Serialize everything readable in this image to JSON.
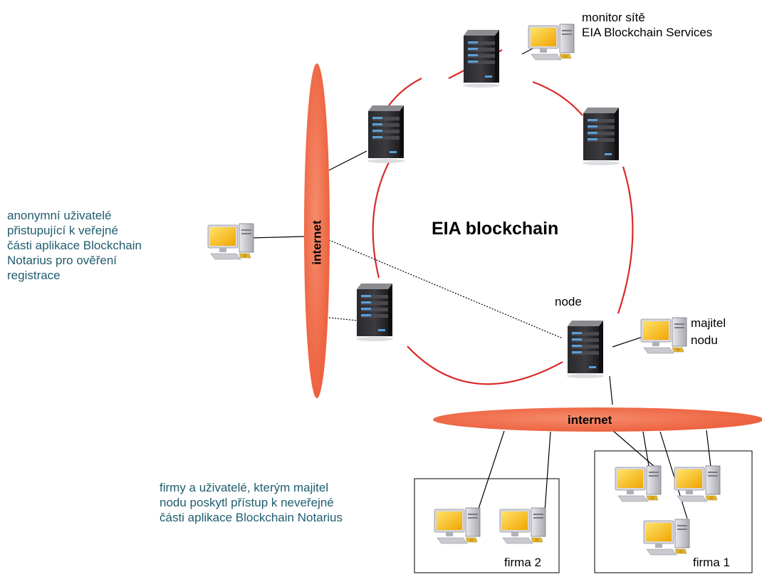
{
  "title": "EIA blockchain",
  "monitor": {
    "line1": "monitor sítě",
    "line2": "EIA Blockchain Services"
  },
  "anon": {
    "l1": "anonymní uživatelé",
    "l2": "přistupující k veřejné",
    "l3": "části aplikace Blockchain",
    "l4": "Notarius pro ověření",
    "l5": "registrace"
  },
  "node_label": "node",
  "owner": {
    "l1": "majitel",
    "l2": "nodu"
  },
  "internet_v": "internet",
  "internet_h": "internet",
  "firms": {
    "l1": "firmy a uživatelé, kterým majitel",
    "l2": "nodu poskytl přístup k neveřejné",
    "l3": "části aplikace Blockchain Notarius"
  },
  "firma1": "firma 1",
  "firma2": "firma 2",
  "colors": {
    "ring": "#d92b2b",
    "ellipse": "#f06d4b",
    "teal_text": "#1f5c6e",
    "server": "#1c1c1e",
    "screen": "#f5b800"
  }
}
